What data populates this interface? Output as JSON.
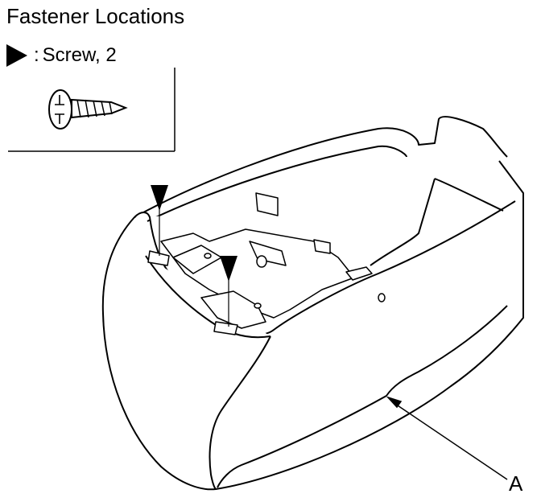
{
  "title": "Fastener Locations",
  "legend": {
    "separator": ":",
    "label": "Screw, 2"
  },
  "callout": {
    "letter": "A"
  },
  "icons": {
    "legend_marker": "solid-triangle-marker",
    "screw": "screw-icon"
  }
}
